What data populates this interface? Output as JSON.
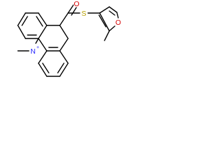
{
  "structure": {
    "atoms": {
      "o_carbonyl": "O",
      "s_thioester": "S",
      "o_furan": "O",
      "n_acridinium": "N",
      "n_charge": "+"
    },
    "colors": {
      "bond": "#000000",
      "oxygen": "#d40000",
      "sulfur": "#b8a000",
      "nitrogen": "#2a2aff"
    }
  }
}
